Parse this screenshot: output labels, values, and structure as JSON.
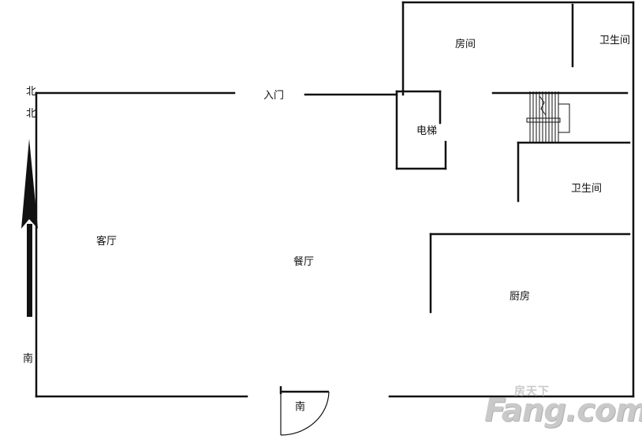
{
  "colors": {
    "wall": "#111111",
    "label": "#111111",
    "watermark": "#c9c9c9"
  },
  "compass": {
    "north_top": "北",
    "north_bottom": "北",
    "south": "南"
  },
  "rooms": {
    "bedroom": "房间",
    "bathroom_top": "卫生间",
    "entrance": "入门",
    "elevator": "电梯",
    "bathroom_mid": "卫生间",
    "living_room": "客厅",
    "dining_room": "餐厅",
    "kitchen": "厨房",
    "south_door": "南"
  },
  "watermark": {
    "brand_cn": "房天下",
    "brand_en": "Fang.com"
  }
}
